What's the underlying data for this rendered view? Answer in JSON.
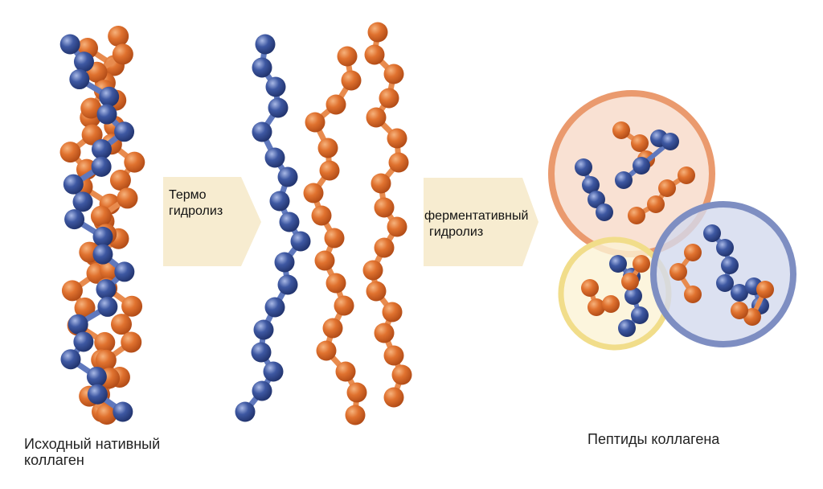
{
  "colors": {
    "orange_bead": "#e0722f",
    "orange_highlight": "#f6b27c",
    "blue_bead": "#3e58a2",
    "blue_highlight": "#a9b9e6",
    "arrow_fill": "#f7ecd0",
    "circle_orange": "#ea9a6e",
    "circle_yellow": "#f1dd8a",
    "circle_blue": "#7e8ec2"
  },
  "labels": {
    "thermo_line1": "Термо",
    "thermo_line2": "гидролиз",
    "enzyme_line1": "ферментативный",
    "enzyme_line2": "гидролиз",
    "native_line1": "Исходный нативный",
    "native_line2": "коллаген",
    "peptides": "Пептиды коллагена"
  }
}
